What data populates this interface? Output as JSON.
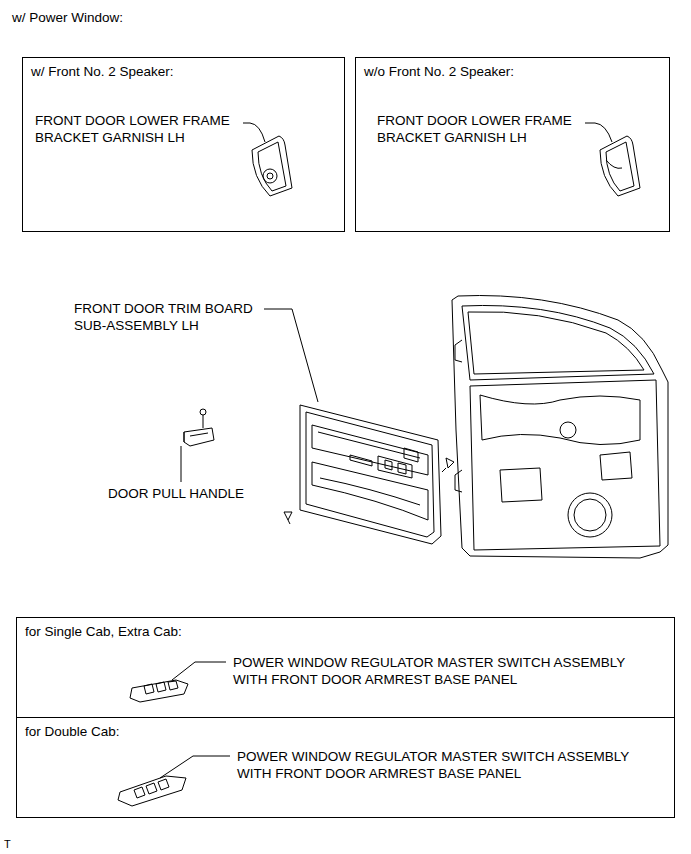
{
  "diagram": {
    "title": "w/ Power Window:",
    "nodes": [
      {
        "text": [
          "w/ Front No. 2 Speaker:",
          "FRONT DOOR LOWER FRAME BRACKET GARNISH LH"
        ]
      },
      {
        "text": [
          "w/o Front No. 2 Speaker:",
          "FRONT DOOR LOWER FRAME BRACKET GARNISH LH"
        ]
      },
      {
        "text": [
          "for Single Cab, Extra Cab:",
          "POWER WINDOW REGULATOR MASTER SWITCH ASSEMBLY WITH FRONT DOOR ARMREST BASE PANEL"
        ]
      },
      {
        "text": [
          "for Double Cab:",
          "POWER WINDOW REGULATOR MASTER SWITCH ASSEMBLY WITH FRONT DOOR ARMREST BASE PANEL"
        ]
      }
    ],
    "labels": [
      "FRONT DOOR TRIM BOARD SUB-ASSEMBLY LH",
      "DOOR PULL HANDLE",
      "T"
    ]
  }
}
